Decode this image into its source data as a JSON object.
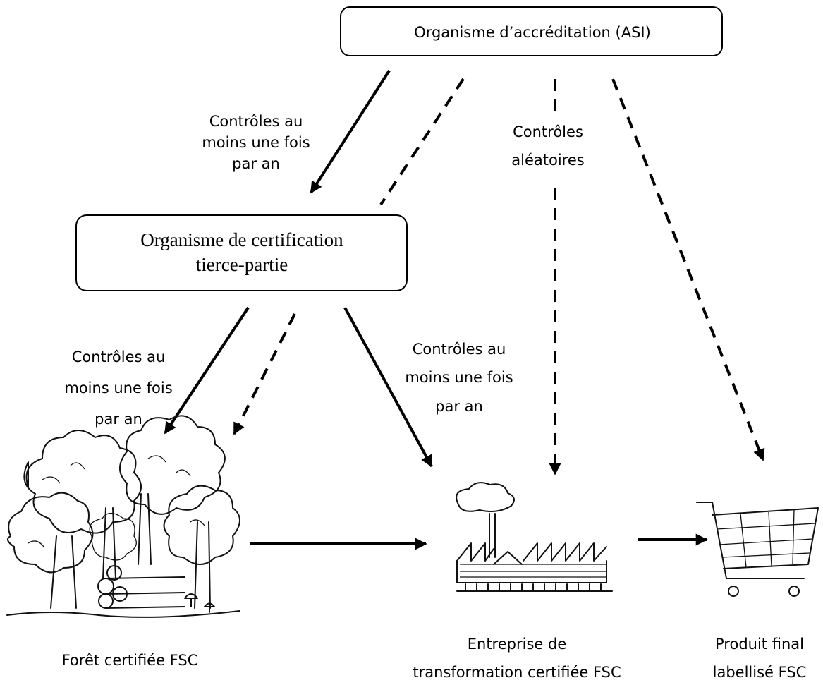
{
  "boxes": {
    "accreditation": "Organisme d’accréditation  (ASI)",
    "certification_line1": "Organisme de certification",
    "certification_line2": "tierce-partie"
  },
  "labels": {
    "top_left": [
      "Contrôles  au",
      "moins une fois",
      "par an"
    ],
    "random": [
      "Contrôles",
      "aléatoires"
    ],
    "mid_left": [
      "Contrôles  au",
      "moins une fois",
      "par an"
    ],
    "mid_right": [
      "Contrôles  au",
      "moins une fois",
      "par an"
    ]
  },
  "nodes": {
    "forest": [
      "Forêt certifiée FSC"
    ],
    "factory": [
      "Entreprise de",
      "transformation certifiée FSC"
    ],
    "product": [
      "Produit final",
      "labellisé FSC"
    ]
  },
  "icons": {
    "forest": "forest-icon",
    "factory": "factory-icon",
    "product": "shopping-cart-icon"
  },
  "colors": {
    "ink": "#000000",
    "background": "#ffffff"
  }
}
